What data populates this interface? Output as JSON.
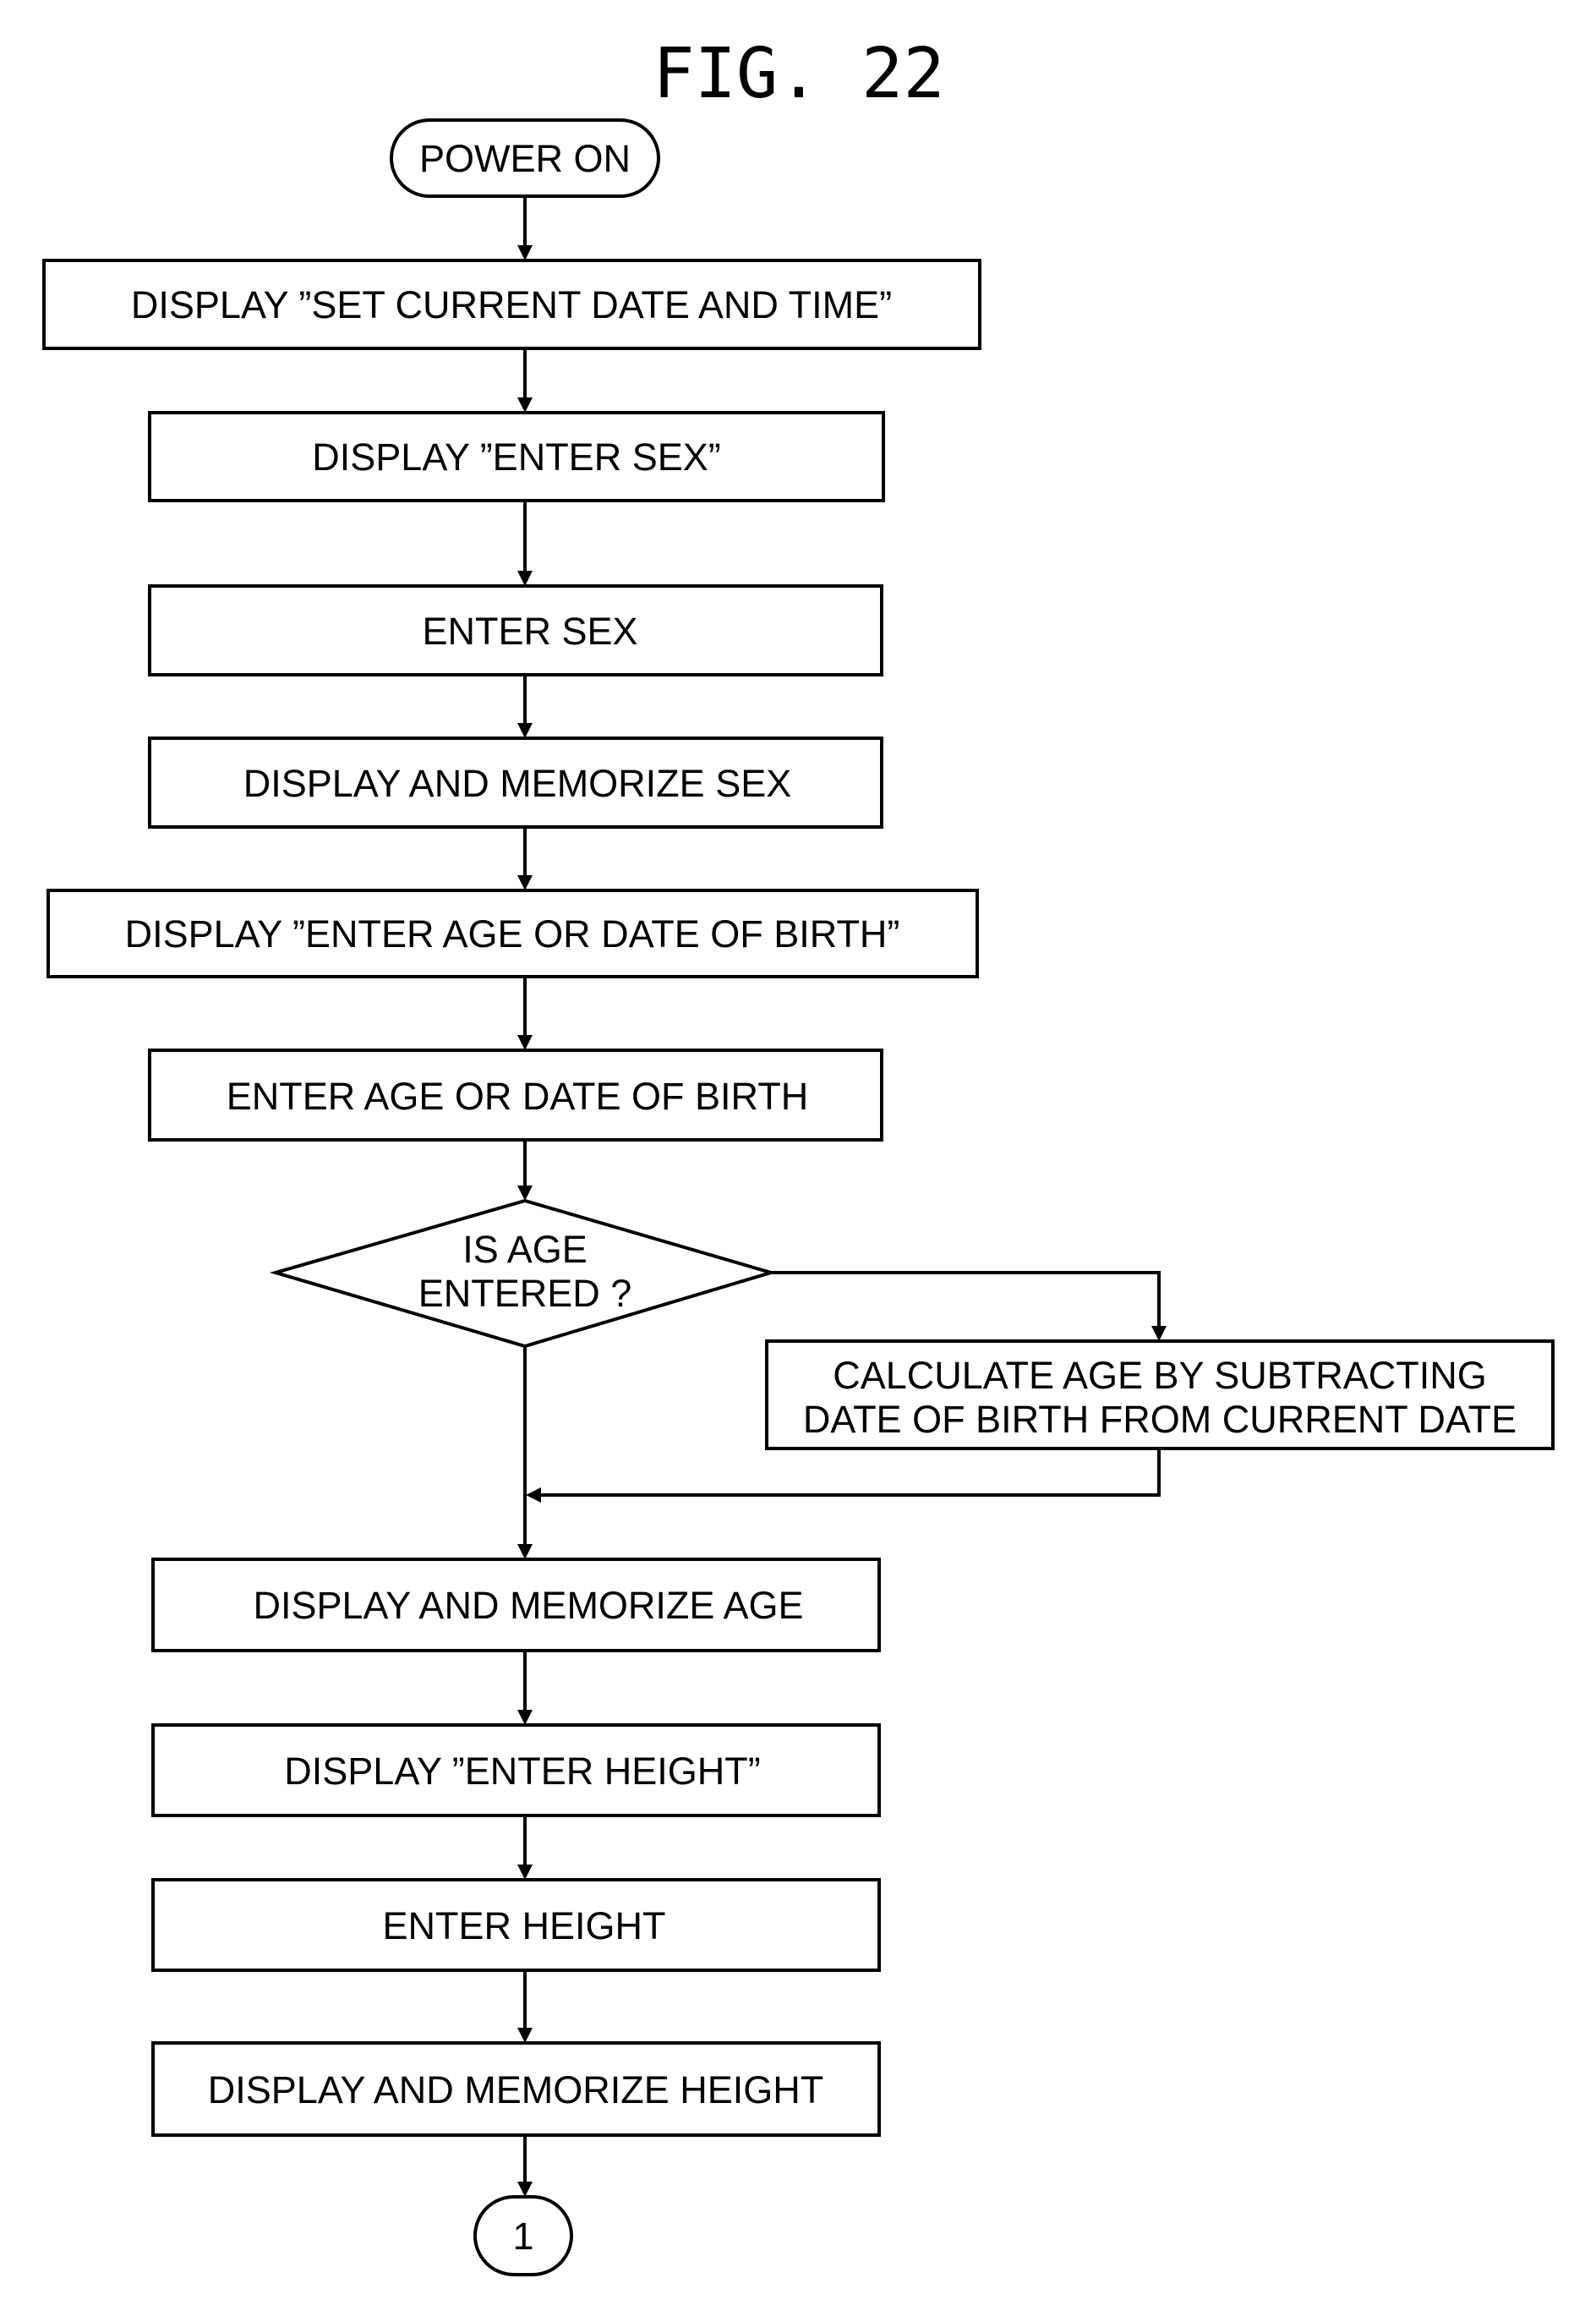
{
  "figure": {
    "title": "FIG. 22"
  },
  "nodes": {
    "power_on": "POWER ON",
    "display_set_date_time": "DISPLAY ”SET CURRENT DATE AND TIME”",
    "display_enter_sex": "DISPLAY ”ENTER SEX”",
    "enter_sex": "ENTER SEX",
    "display_memorize_sex": "DISPLAY AND MEMORIZE SEX",
    "display_enter_age_dob": "DISPLAY ”ENTER AGE OR DATE OF BIRTH”",
    "enter_age_dob": "ENTER AGE OR DATE OF BIRTH",
    "decision_line1": "IS AGE",
    "decision_line2": "ENTERED ?",
    "calc_line1": "CALCULATE AGE BY SUBTRACTING",
    "calc_line2": "DATE OF BIRTH FROM CURRENT DATE",
    "display_memorize_age": "DISPLAY AND MEMORIZE AGE",
    "display_enter_height": "DISPLAY ”ENTER HEIGHT”",
    "enter_height": "ENTER HEIGHT",
    "display_memorize_height": "DISPLAY AND MEMORIZE HEIGHT",
    "connector": "1"
  }
}
